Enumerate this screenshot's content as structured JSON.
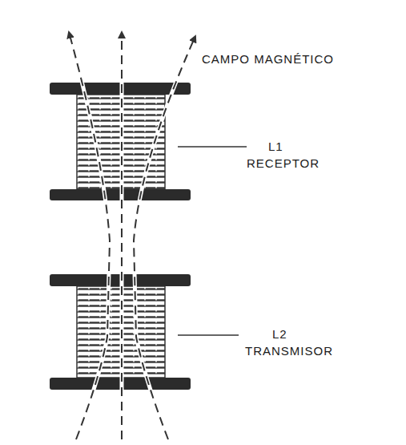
{
  "diagram": {
    "labels": [
      "CAMPO MAGNÉTICO",
      "L1",
      "RECEPTOR",
      "L2",
      "TRANSMISOR"
    ]
  }
}
